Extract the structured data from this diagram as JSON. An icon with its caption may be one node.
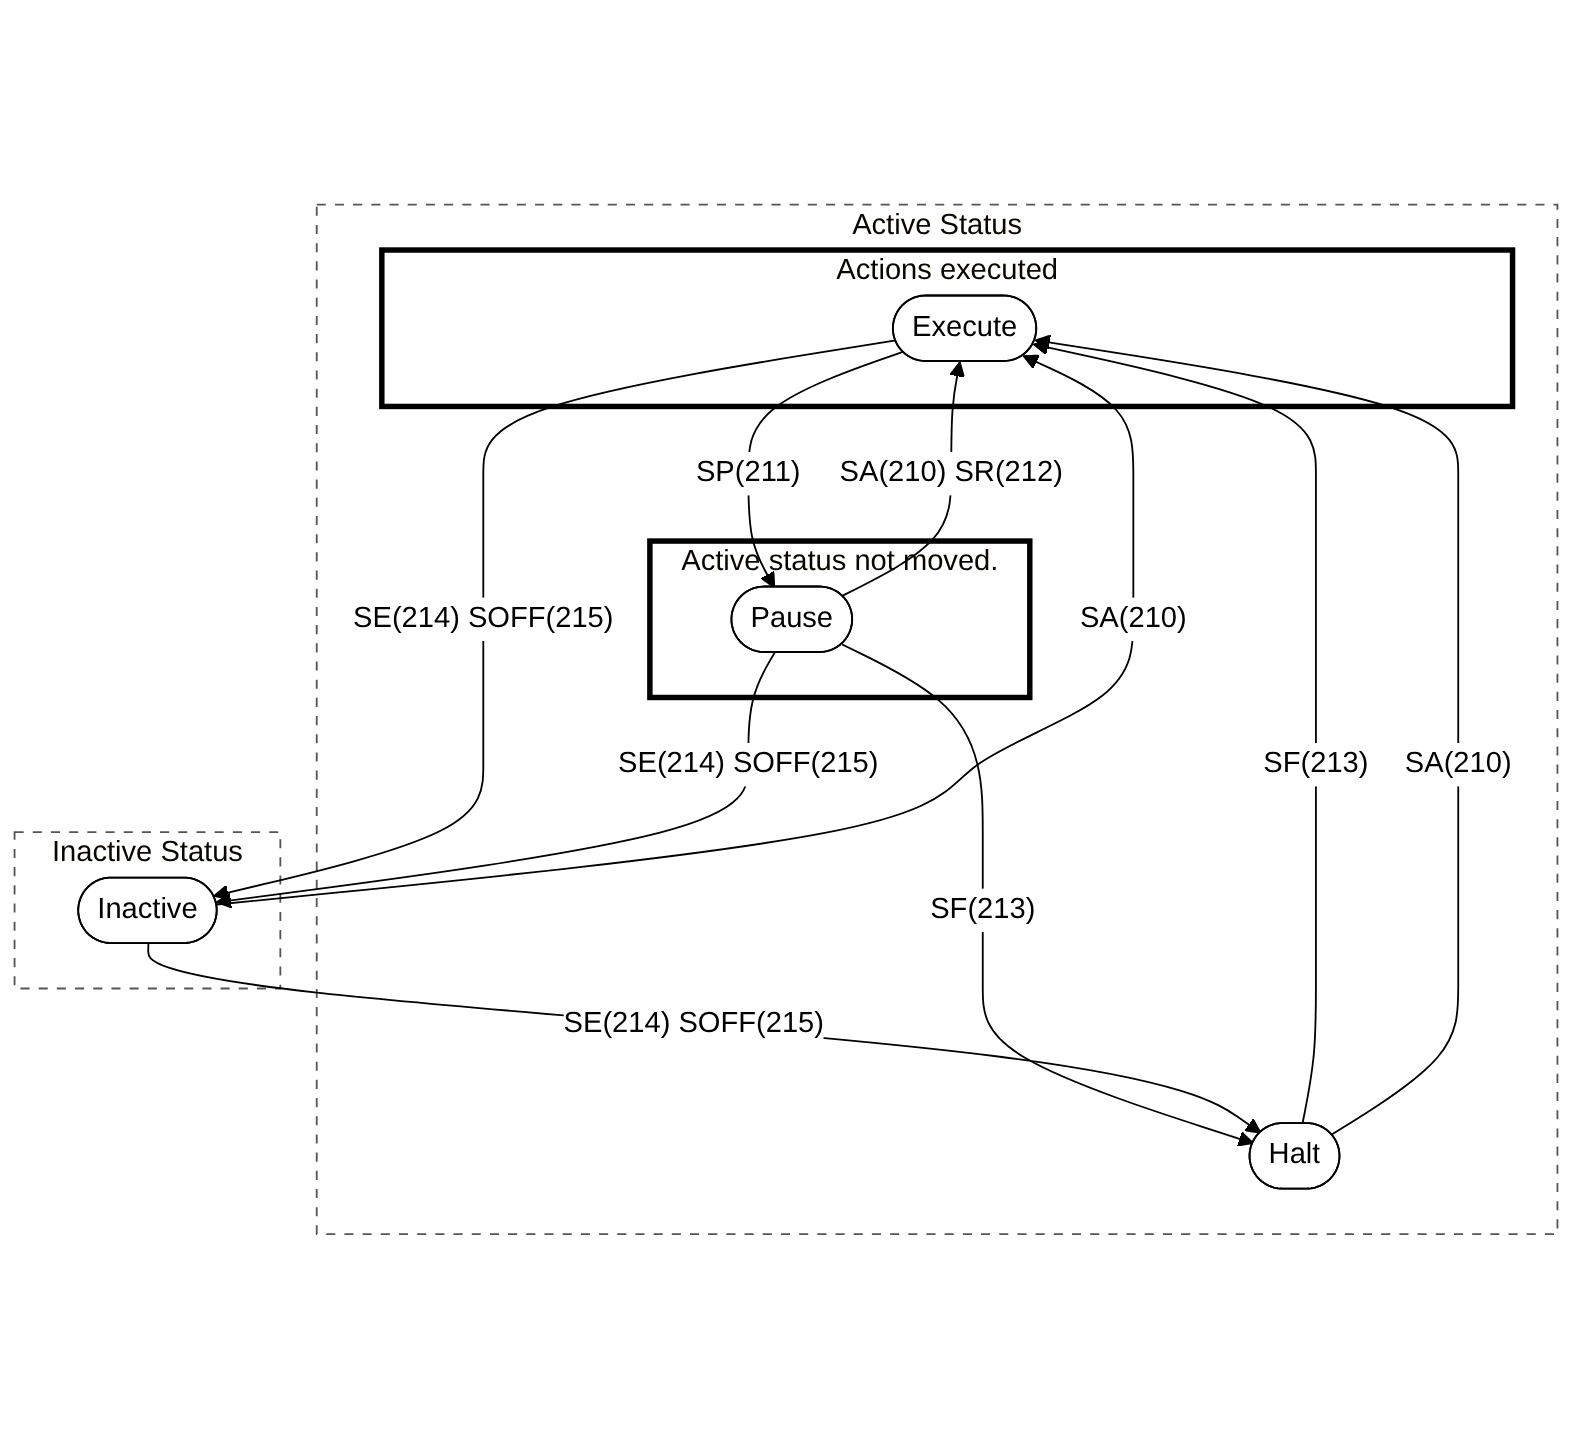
{
  "diagram": {
    "nodes": [
      {
        "text": [
          "Active Status"
        ]
      },
      {
        "text": [
          "Actions executed"
        ],
        "in": 0
      },
      {
        "text": [
          "Execute"
        ],
        "in": 1
      },
      {
        "text": [
          "Active status not moved."
        ],
        "in": 0
      },
      {
        "text": [
          "Pause"
        ],
        "in": 3
      },
      {
        "text": [
          "Halt"
        ],
        "in": 0
      },
      {
        "text": [
          "Inactive Status"
        ]
      },
      {
        "text": [
          "Inactive"
        ],
        "in": 6
      }
    ],
    "edges": [
      {
        "from": 4,
        "to": 2,
        "arrow": "to",
        "label": "SA(210) SR(212)"
      },
      {
        "from": 2,
        "to": 4,
        "arrow": "to",
        "label": "SP(211)"
      },
      {
        "from": 4,
        "to": 5,
        "arrow": "to",
        "label": "SF(213)"
      },
      {
        "from": 2,
        "to": 7,
        "arrow": "to",
        "label": "SE(214) SOFF(215)"
      },
      {
        "from": 5,
        "to": 2,
        "arrow": "to",
        "label": "SF(213)"
      },
      {
        "from": 5,
        "to": 2,
        "arrow": "to",
        "label": "SA(210)"
      },
      {
        "from": 4,
        "to": 7,
        "arrow": "to",
        "label": "SE(214) SOFF(215)"
      },
      {
        "from": 7,
        "to": 5,
        "arrow": "to",
        "label": "SE(214) SOFF(215)"
      },
      {
        "from": 7,
        "to": 2,
        "arrow": "to",
        "label": "SA(210)"
      }
    ]
  }
}
